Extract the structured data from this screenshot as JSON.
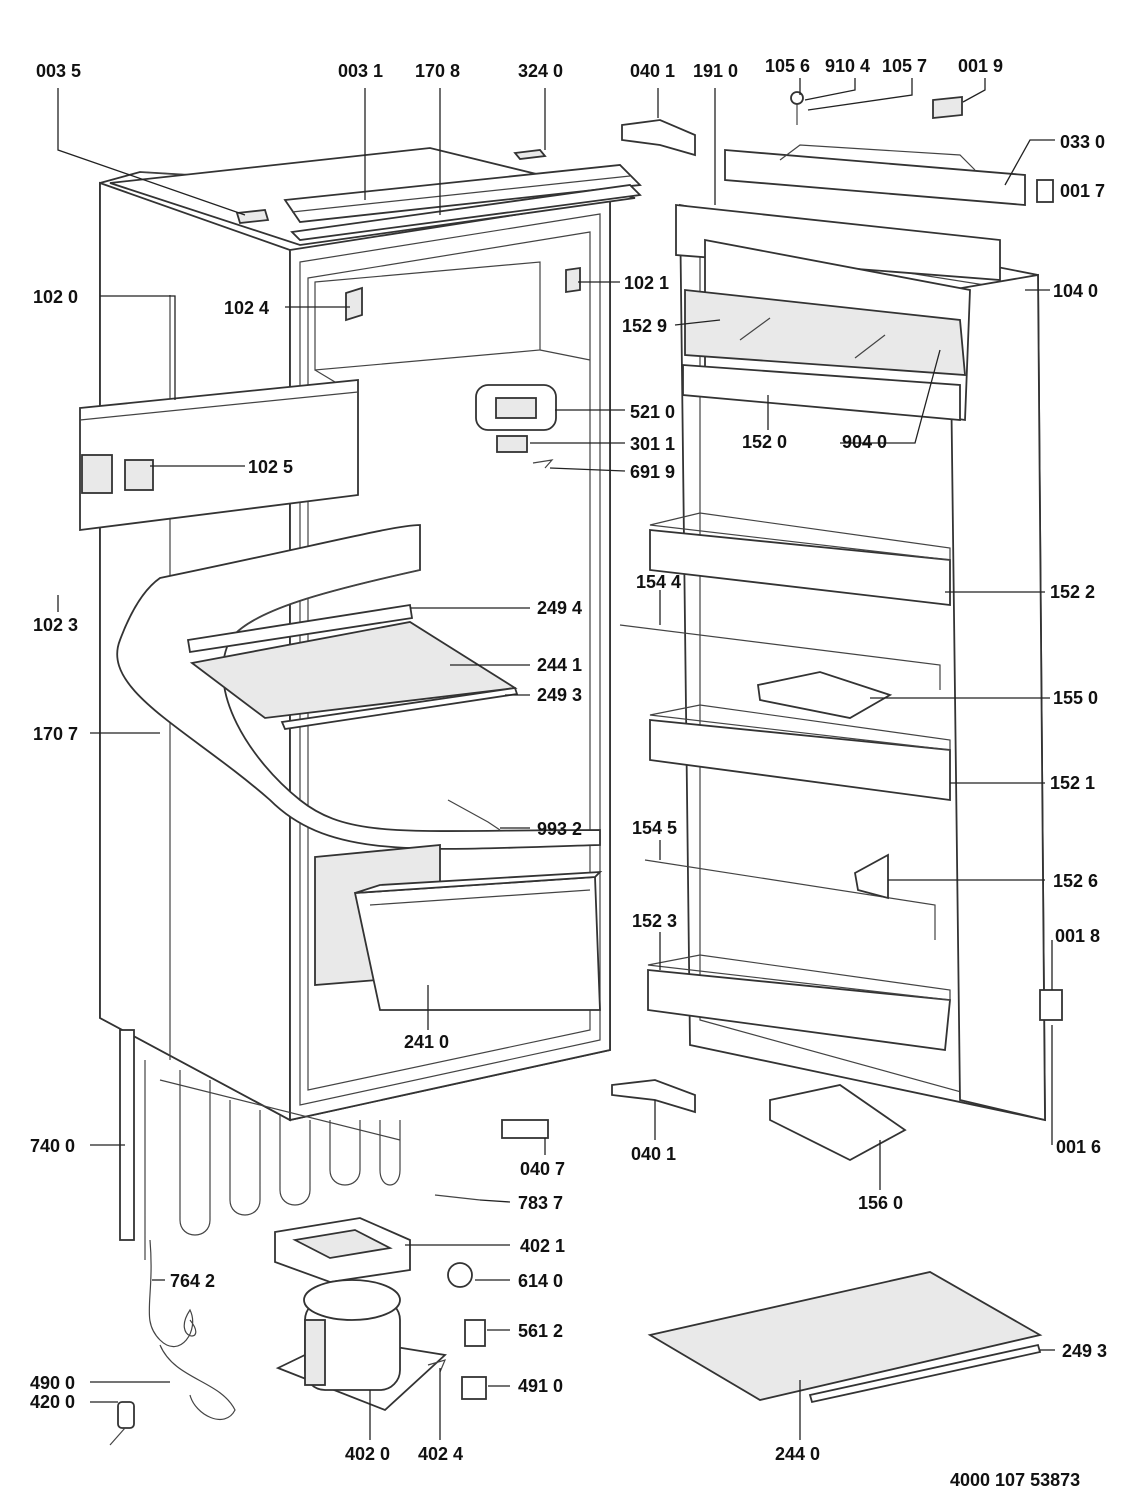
{
  "diagram": {
    "document_code": "4000 107 53873",
    "labels": {
      "l_0035": "003 5",
      "l_0031": "003 1",
      "l_1708": "170 8",
      "l_3240": "324 0",
      "l_0401_top": "040 1",
      "l_1910": "191 0",
      "l_1056": "105 6",
      "l_9104": "910 4",
      "l_1057": "105 7",
      "l_0019": "001 9",
      "l_0330": "033 0",
      "l_0017": "001 7",
      "l_1020": "102 0",
      "l_1024": "102 4",
      "l_1021": "102 1",
      "l_1040": "104 0",
      "l_1529": "152 9",
      "l_5210": "521 0",
      "l_1520": "152 0",
      "l_9040": "904 0",
      "l_3011": "301 1",
      "l_6919": "691 9",
      "l_1025": "102 5",
      "l_1023": "102 3",
      "l_2494": "249 4",
      "l_1544": "154 4",
      "l_1522": "152 2",
      "l_2441": "244 1",
      "l_2493_in": "249 3",
      "l_1550": "155 0",
      "l_1707": "170 7",
      "l_1521": "152 1",
      "l_9932": "993 2",
      "l_1545": "154 5",
      "l_1526": "152 6",
      "l_1523": "152 3",
      "l_0018": "001 8",
      "l_2410": "241 0",
      "l_7400": "740 0",
      "l_0407": "040 7",
      "l_0401_bot": "040 1",
      "l_0016": "001 6",
      "l_7837": "783 7",
      "l_1560": "156 0",
      "l_4021": "402 1",
      "l_7642": "764 2",
      "l_6140": "614 0",
      "l_5612": "561 2",
      "l_2493_out": "249 3",
      "l_4900": "490 0",
      "l_4910": "491 0",
      "l_4200": "420 0",
      "l_4020": "402 0",
      "l_4024": "402 4",
      "l_2440": "244 0"
    }
  }
}
